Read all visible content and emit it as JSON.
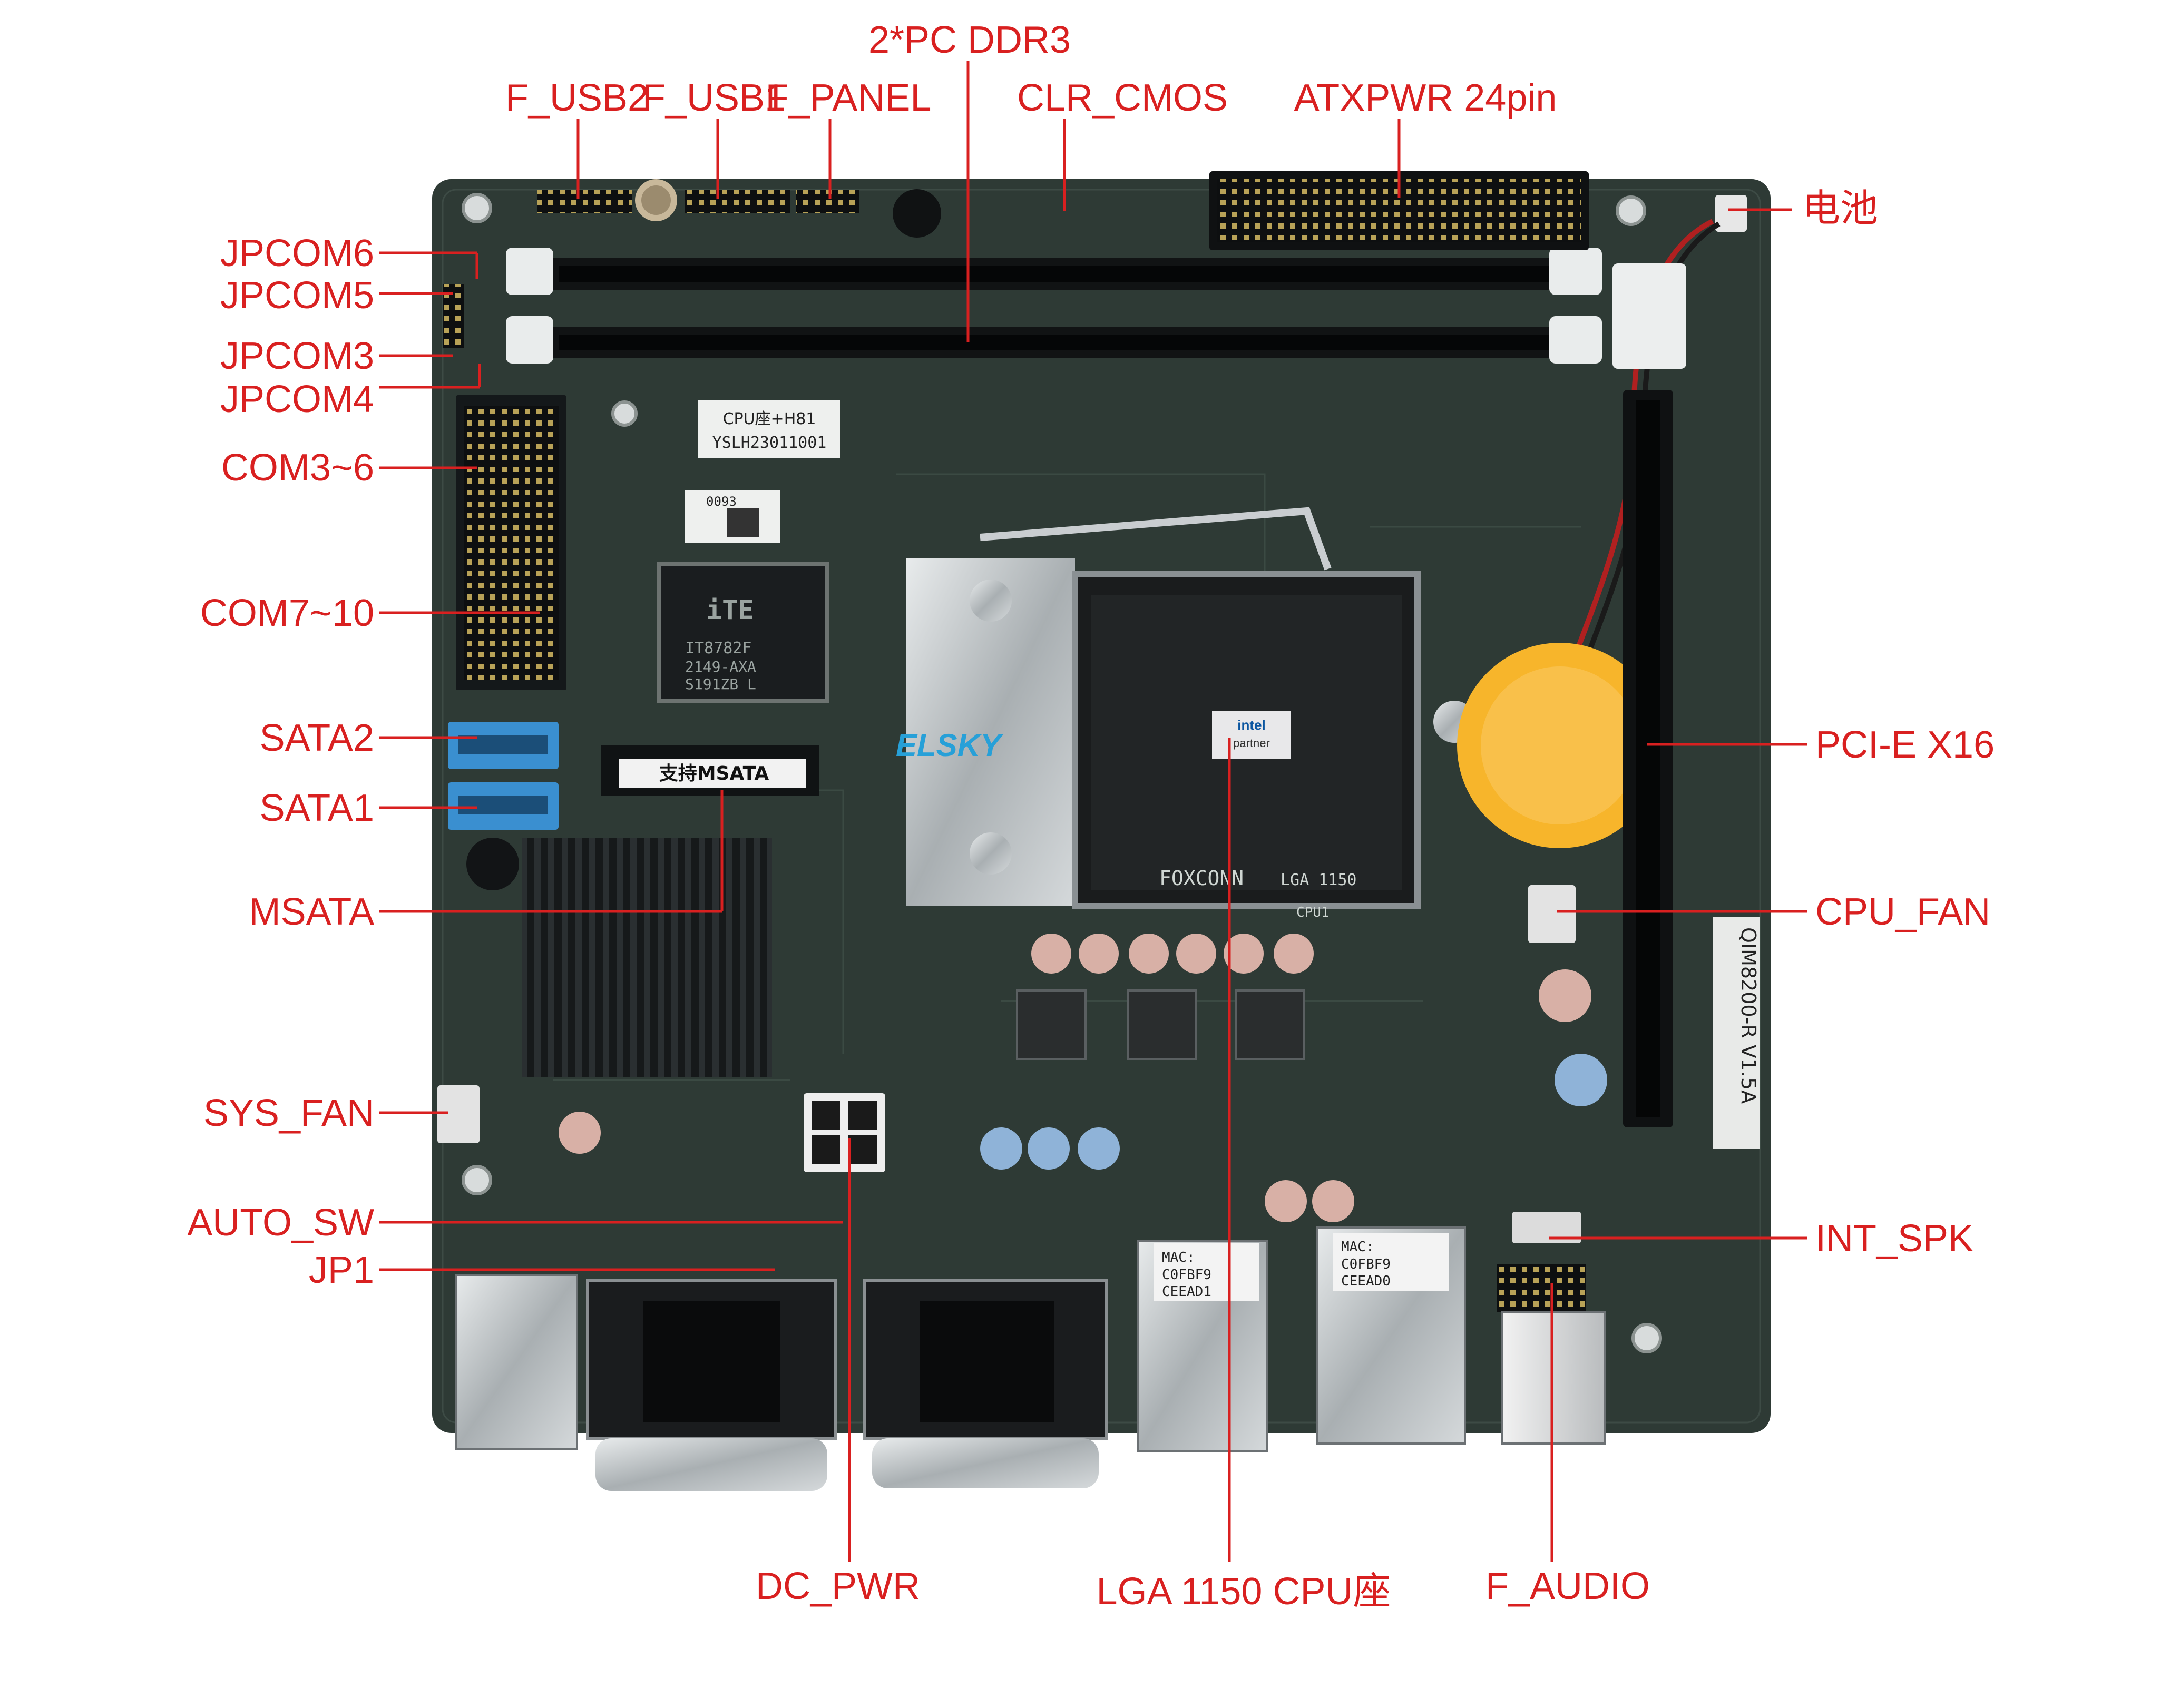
{
  "labels": {
    "pc_ddr3": "2*PC DDR3",
    "f_usb2": "F_USB2",
    "f_usb1": "F_USB1",
    "f_panel": "F_PANEL",
    "clr_cmos": "CLR_CMOS",
    "atxpwr": "ATXPWR 24pin",
    "battery": "电池",
    "jpcom6": "JPCOM6",
    "jpcom5": "JPCOM5",
    "jpcom3": "JPCOM3",
    "jpcom4": "JPCOM4",
    "com3_6": "COM3~6",
    "com7_10": "COM7~10",
    "sata2": "SATA2",
    "sata1": "SATA1",
    "msata": "MSATA",
    "sys_fan": "SYS_FAN",
    "auto_sw": "AUTO_SW",
    "jp1": "JP1",
    "dc_pwr": "DC_PWR",
    "lga1150": "LGA 1150 CPU座",
    "f_audio": "F_AUDIO",
    "pcie_x16": "PCI-E X16",
    "cpu_fan": "CPU_FAN",
    "int_spk": "INT_SPK"
  },
  "board": {
    "model": "QIM8200-R V1.5A",
    "sticker_cpu": "CPU座+H81",
    "sticker_id": "YSLH23011001",
    "sticker_code": "0093",
    "sio_chip": "IT8782F",
    "sio_line2": "2149-AXA",
    "sio_line3": "S191ZB L",
    "msata_slot": "支持MSATA",
    "socket_brand": "FOXCONN",
    "socket_type": "LGA 1150",
    "socket_ref": "CPU1",
    "mac1_line1": "MAC:",
    "mac1_line2": "C0FBF9",
    "mac1_line3": "CEEAD1",
    "mac2_line1": "MAC:",
    "mac2_line2": "C0FBF9",
    "mac2_line3": "CEEAD0",
    "logo": "ELSKY",
    "intel_badge_1": "intel",
    "intel_badge_2": "partner"
  },
  "colors": {
    "pcb": "#2e3a35",
    "pcb_dark": "#202a26",
    "label_red": "#d92020",
    "sata_blue": "#3a8fd0",
    "battery_yellow": "#f7b52b"
  }
}
